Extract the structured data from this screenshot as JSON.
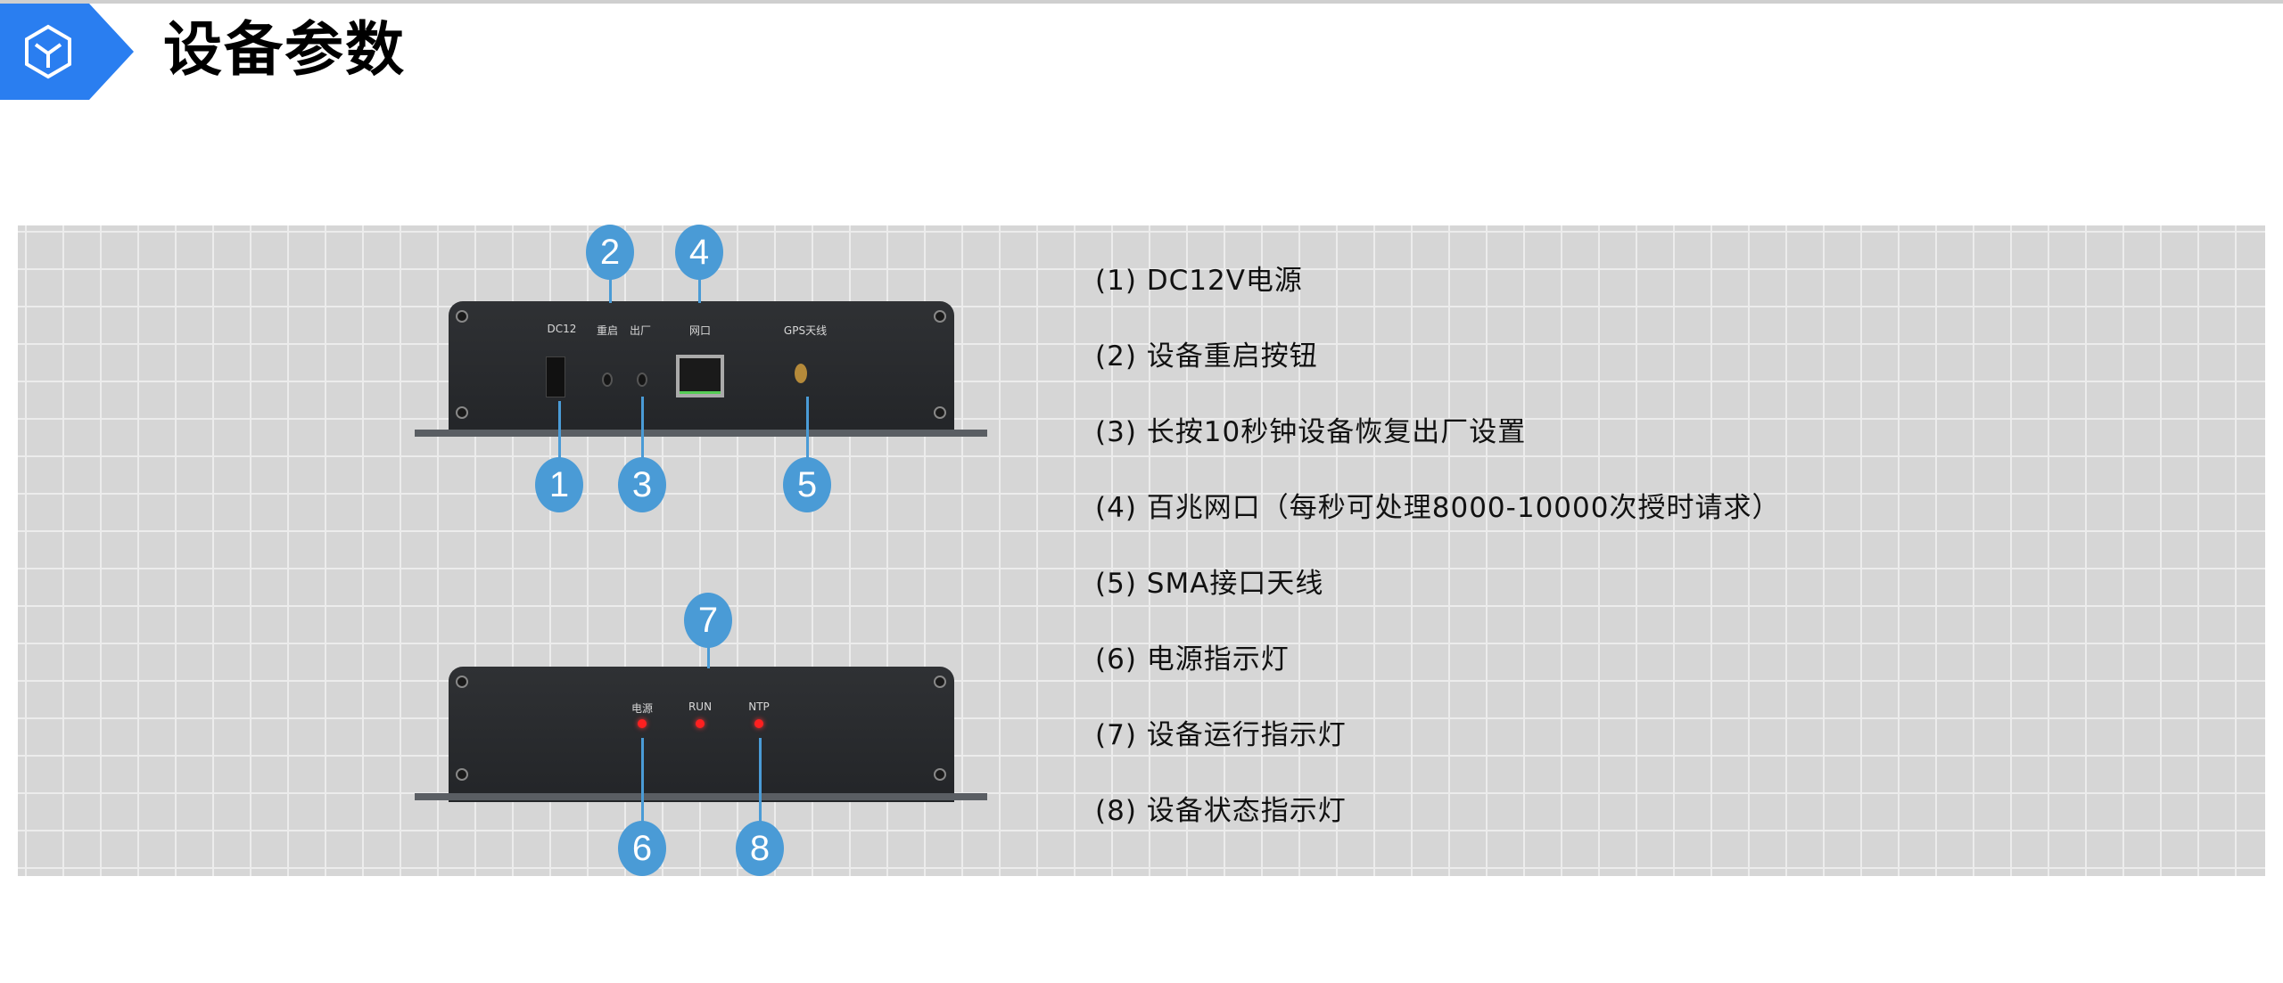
{
  "header": {
    "title": "设备参数",
    "icon": "cube-icon",
    "accent": "#2a7ef0"
  },
  "device_front": {
    "port_labels": [
      "DC12",
      "重启",
      "出厂",
      "网口",
      "GPS天线"
    ]
  },
  "device_back": {
    "led_labels": [
      "电源",
      "RUN",
      "NTP"
    ]
  },
  "callouts": [
    "1",
    "2",
    "3",
    "4",
    "5",
    "6",
    "7",
    "8"
  ],
  "legend": [
    "(1) DC12V电源",
    "(2) 设备重启按钮",
    "(3) 长按10秒钟设备恢复出厂设置",
    "(4) 百兆网口（每秒可处理8000-10000次授时请求）",
    "(5) SMA接口天线",
    "(6) 电源指示灯",
    "(7) 设备运行指示灯",
    "(8) 设备状态指示灯"
  ]
}
